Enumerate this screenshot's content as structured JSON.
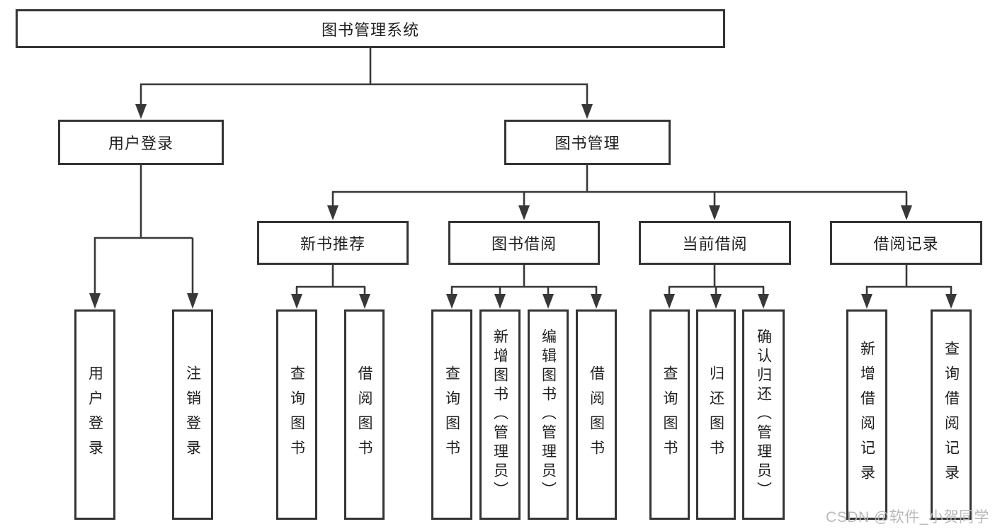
{
  "tree": {
    "root": {
      "label": "图书管理系统"
    },
    "level2": [
      {
        "label": "用户登录",
        "children": [
          {
            "label": "用户登录"
          },
          {
            "label": "注销登录"
          }
        ]
      },
      {
        "label": "图书管理",
        "children": [
          {
            "label": "新书推荐",
            "children": [
              {
                "label": "查询图书"
              },
              {
                "label": "借阅图书"
              }
            ]
          },
          {
            "label": "图书借阅",
            "children": [
              {
                "label": "查询图书"
              },
              {
                "label": "新增图书（管理员）"
              },
              {
                "label": "编辑图书（管理员）"
              },
              {
                "label": "借阅图书"
              }
            ]
          },
          {
            "label": "当前借阅",
            "children": [
              {
                "label": "查询图书"
              },
              {
                "label": "归还图书"
              },
              {
                "label": "确认归还（管理员）"
              }
            ]
          },
          {
            "label": "借阅记录",
            "children": [
              {
                "label": "新增借阅记录"
              },
              {
                "label": "查询借阅记录"
              }
            ]
          }
        ]
      }
    ]
  },
  "watermark": {
    "text": "CSDN @软件_小贺同学"
  },
  "colors": {
    "line": "#383838",
    "border": "#343434",
    "text": "#1f1f1f",
    "watermark": "#b5b5b5"
  }
}
